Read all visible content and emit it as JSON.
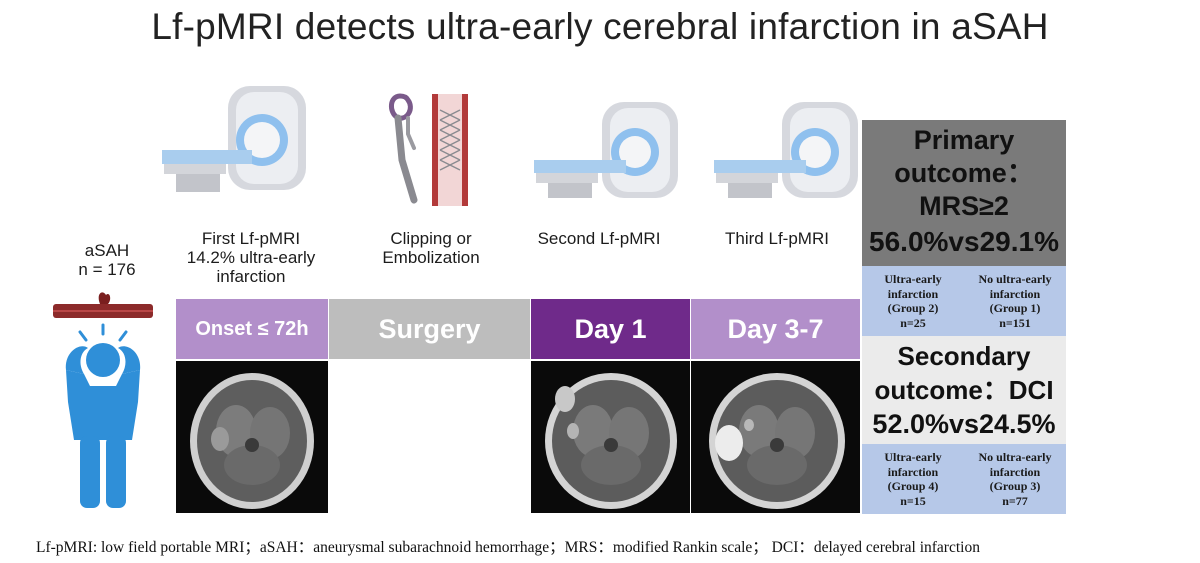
{
  "title": "Lf-pMRI detects ultra-early cerebral infarction in aSAH",
  "patient": {
    "line1": "aSAH",
    "line2": "n = 176"
  },
  "steps": [
    {
      "label_lines": [
        "First Lf-pMRI",
        "14.2% ultra-early",
        "infarction"
      ],
      "bar": "Onset ≤ 72h",
      "bar_color": "#b28fca"
    },
    {
      "label_lines": [
        "Clipping or",
        "Embolization"
      ],
      "bar": "Surgery",
      "bar_color": "#bdbdbd"
    },
    {
      "label_lines": [
        "Second Lf-pMRI"
      ],
      "bar": "Day 1",
      "bar_color": "#6f2a8a"
    },
    {
      "label_lines": [
        "Third Lf-pMRI"
      ],
      "bar": "Day 3-7",
      "bar_color": "#b28fca"
    }
  ],
  "primary": {
    "lines": [
      "Primary",
      "outcome：",
      "MRS≥2",
      "56.0%vs29.1%"
    ],
    "bg": "#7a7a7a",
    "groups": [
      [
        "Ultra-early",
        "infarction",
        "(Group 2)",
        "n=25"
      ],
      [
        "No ultra-early",
        "infarction",
        "(Group 1)",
        "n=151"
      ]
    ]
  },
  "secondary": {
    "lines": [
      "Secondary",
      "outcome：DCI",
      "52.0%vs24.5%"
    ],
    "bg": "#ebebeb",
    "groups": [
      [
        "Ultra-early",
        "infarction",
        "(Group 4)",
        "n=15"
      ],
      [
        "No ultra-early",
        "infarction",
        "(Group 3)",
        "n=77"
      ]
    ]
  },
  "colors": {
    "person": "#2f8fd8",
    "vessel": "#8c2a2a",
    "group_bg": "#b6c8e8"
  },
  "footnote": "Lf-pMRI: low field portable MRI；aSAH：aneurysmal subarachnoid hemorrhage；MRS：modified Rankin scale； DCI：delayed cerebral infarction"
}
